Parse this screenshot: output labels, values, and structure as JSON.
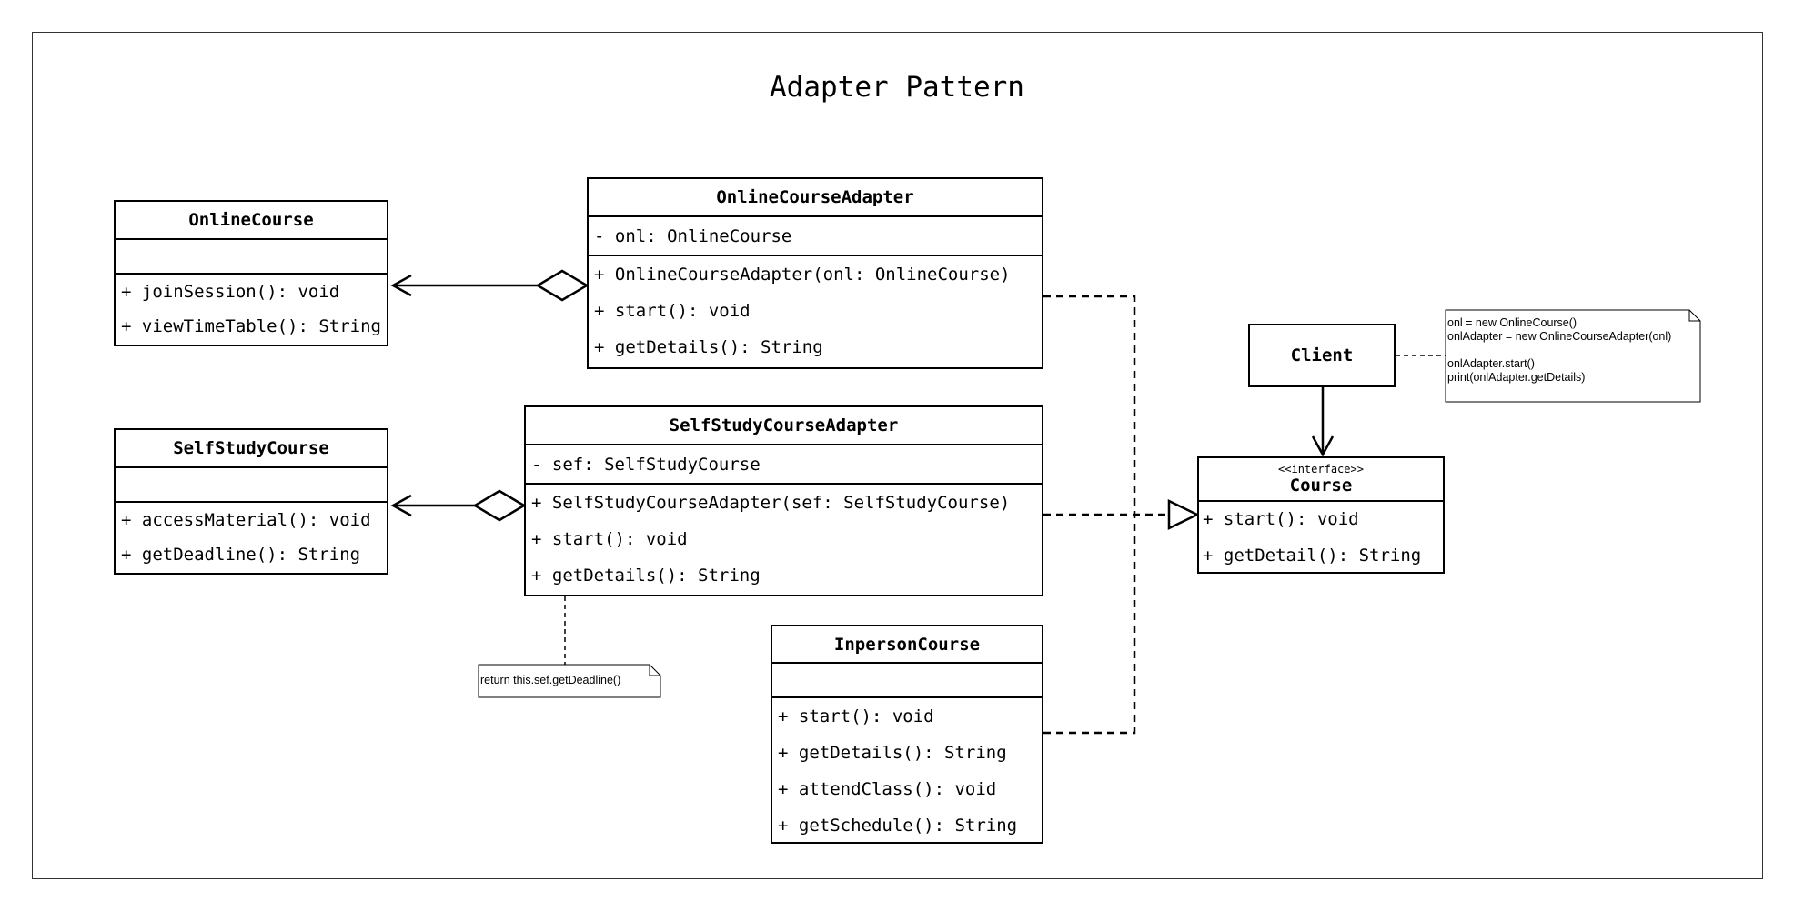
{
  "diagram": {
    "title": "Adapter Pattern",
    "classes": {
      "online_course": {
        "name": "OnlineCourse",
        "attributes": [],
        "methods": [
          "+ joinSession(): void",
          "+ viewTimeTable(): String"
        ]
      },
      "online_course_adapter": {
        "name": "OnlineCourseAdapter",
        "attributes": [
          "- onl: OnlineCourse"
        ],
        "methods": [
          "+ OnlineCourseAdapter(onl: OnlineCourse)",
          "+ start(): void",
          "+ getDetails(): String"
        ]
      },
      "self_study_course": {
        "name": "SelfStudyCourse",
        "attributes": [],
        "methods": [
          "+ accessMaterial(): void",
          "+ getDeadline(): String"
        ]
      },
      "self_study_course_adapter": {
        "name": "SelfStudyCourseAdapter",
        "attributes": [
          "- sef: SelfStudyCourse"
        ],
        "methods": [
          "+ SelfStudyCourseAdapter(sef: SelfStudyCourse)",
          "+ start(): void",
          "+ getDetails(): String"
        ]
      },
      "inperson_course": {
        "name": "InpersonCourse",
        "attributes": [],
        "methods": [
          "+ start(): void",
          "+ getDetails(): String",
          "+ attendClass(): void",
          "+ getSchedule(): String"
        ]
      },
      "client": {
        "name": "Client"
      },
      "course": {
        "stereotype": "<<interface>>",
        "name": "Course",
        "methods": [
          "+ start(): void",
          "+ getDetail(): String"
        ]
      }
    },
    "notes": {
      "client_note": [
        "onl = new OnlineCourse()",
        "onlAdapter = new OnlineCourseAdapter(onl)",
        "",
        "onlAdapter.start()",
        "print(onlAdapter.getDetails)"
      ],
      "self_study_note": [
        "return this.sef.getDeadline()"
      ]
    },
    "relationships": [
      {
        "from": "OnlineCourseAdapter",
        "to": "OnlineCourse",
        "type": "aggregation"
      },
      {
        "from": "SelfStudyCourseAdapter",
        "to": "SelfStudyCourse",
        "type": "aggregation"
      },
      {
        "from": "OnlineCourseAdapter",
        "to": "Course",
        "type": "realization"
      },
      {
        "from": "SelfStudyCourseAdapter",
        "to": "Course",
        "type": "realization"
      },
      {
        "from": "InpersonCourse",
        "to": "Course",
        "type": "realization"
      },
      {
        "from": "Client",
        "to": "Course",
        "type": "association"
      }
    ]
  }
}
